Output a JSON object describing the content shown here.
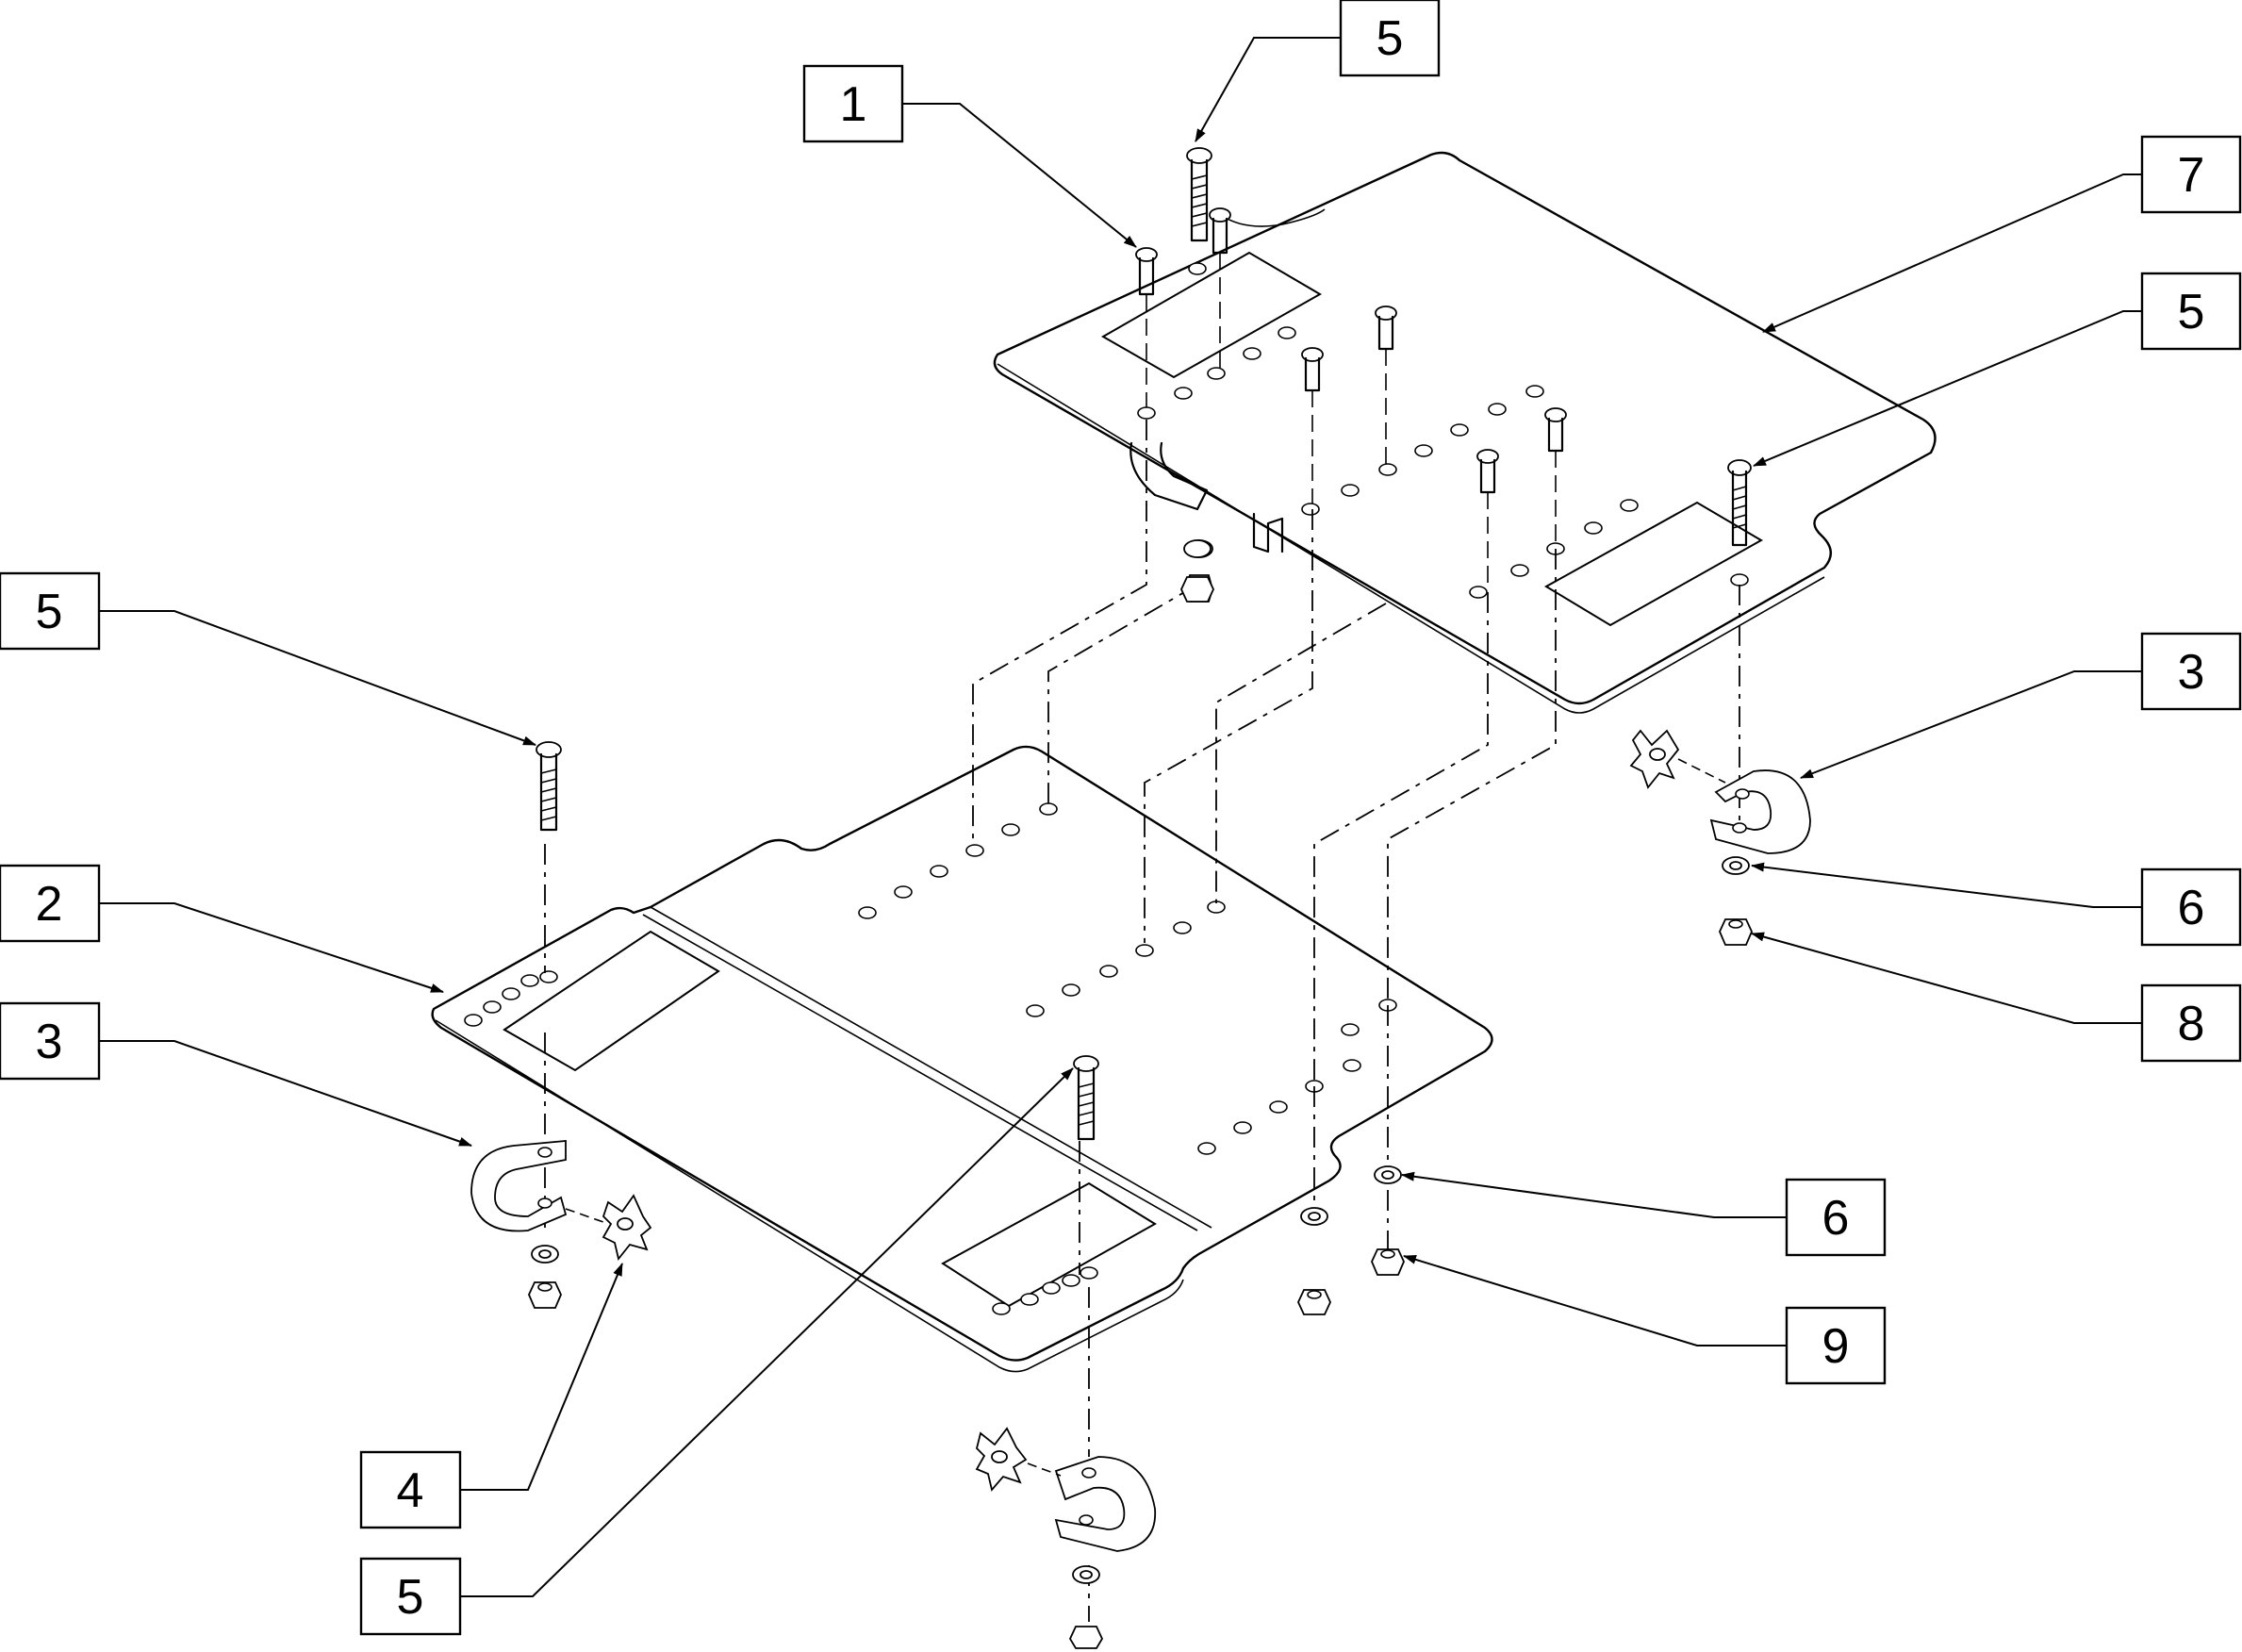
{
  "diagram": {
    "callouts": [
      {
        "id": "c1",
        "label": "1"
      },
      {
        "id": "c5a",
        "label": "5"
      },
      {
        "id": "c7",
        "label": "7"
      },
      {
        "id": "c5b",
        "label": "5"
      },
      {
        "id": "c5c",
        "label": "5"
      },
      {
        "id": "c3a",
        "label": "3"
      },
      {
        "id": "c2",
        "label": "2"
      },
      {
        "id": "c6a",
        "label": "6"
      },
      {
        "id": "c3b",
        "label": "3"
      },
      {
        "id": "c8",
        "label": "8"
      },
      {
        "id": "c6b",
        "label": "6"
      },
      {
        "id": "c9",
        "label": "9"
      },
      {
        "id": "c4",
        "label": "4"
      },
      {
        "id": "c5d",
        "label": "5"
      }
    ]
  }
}
